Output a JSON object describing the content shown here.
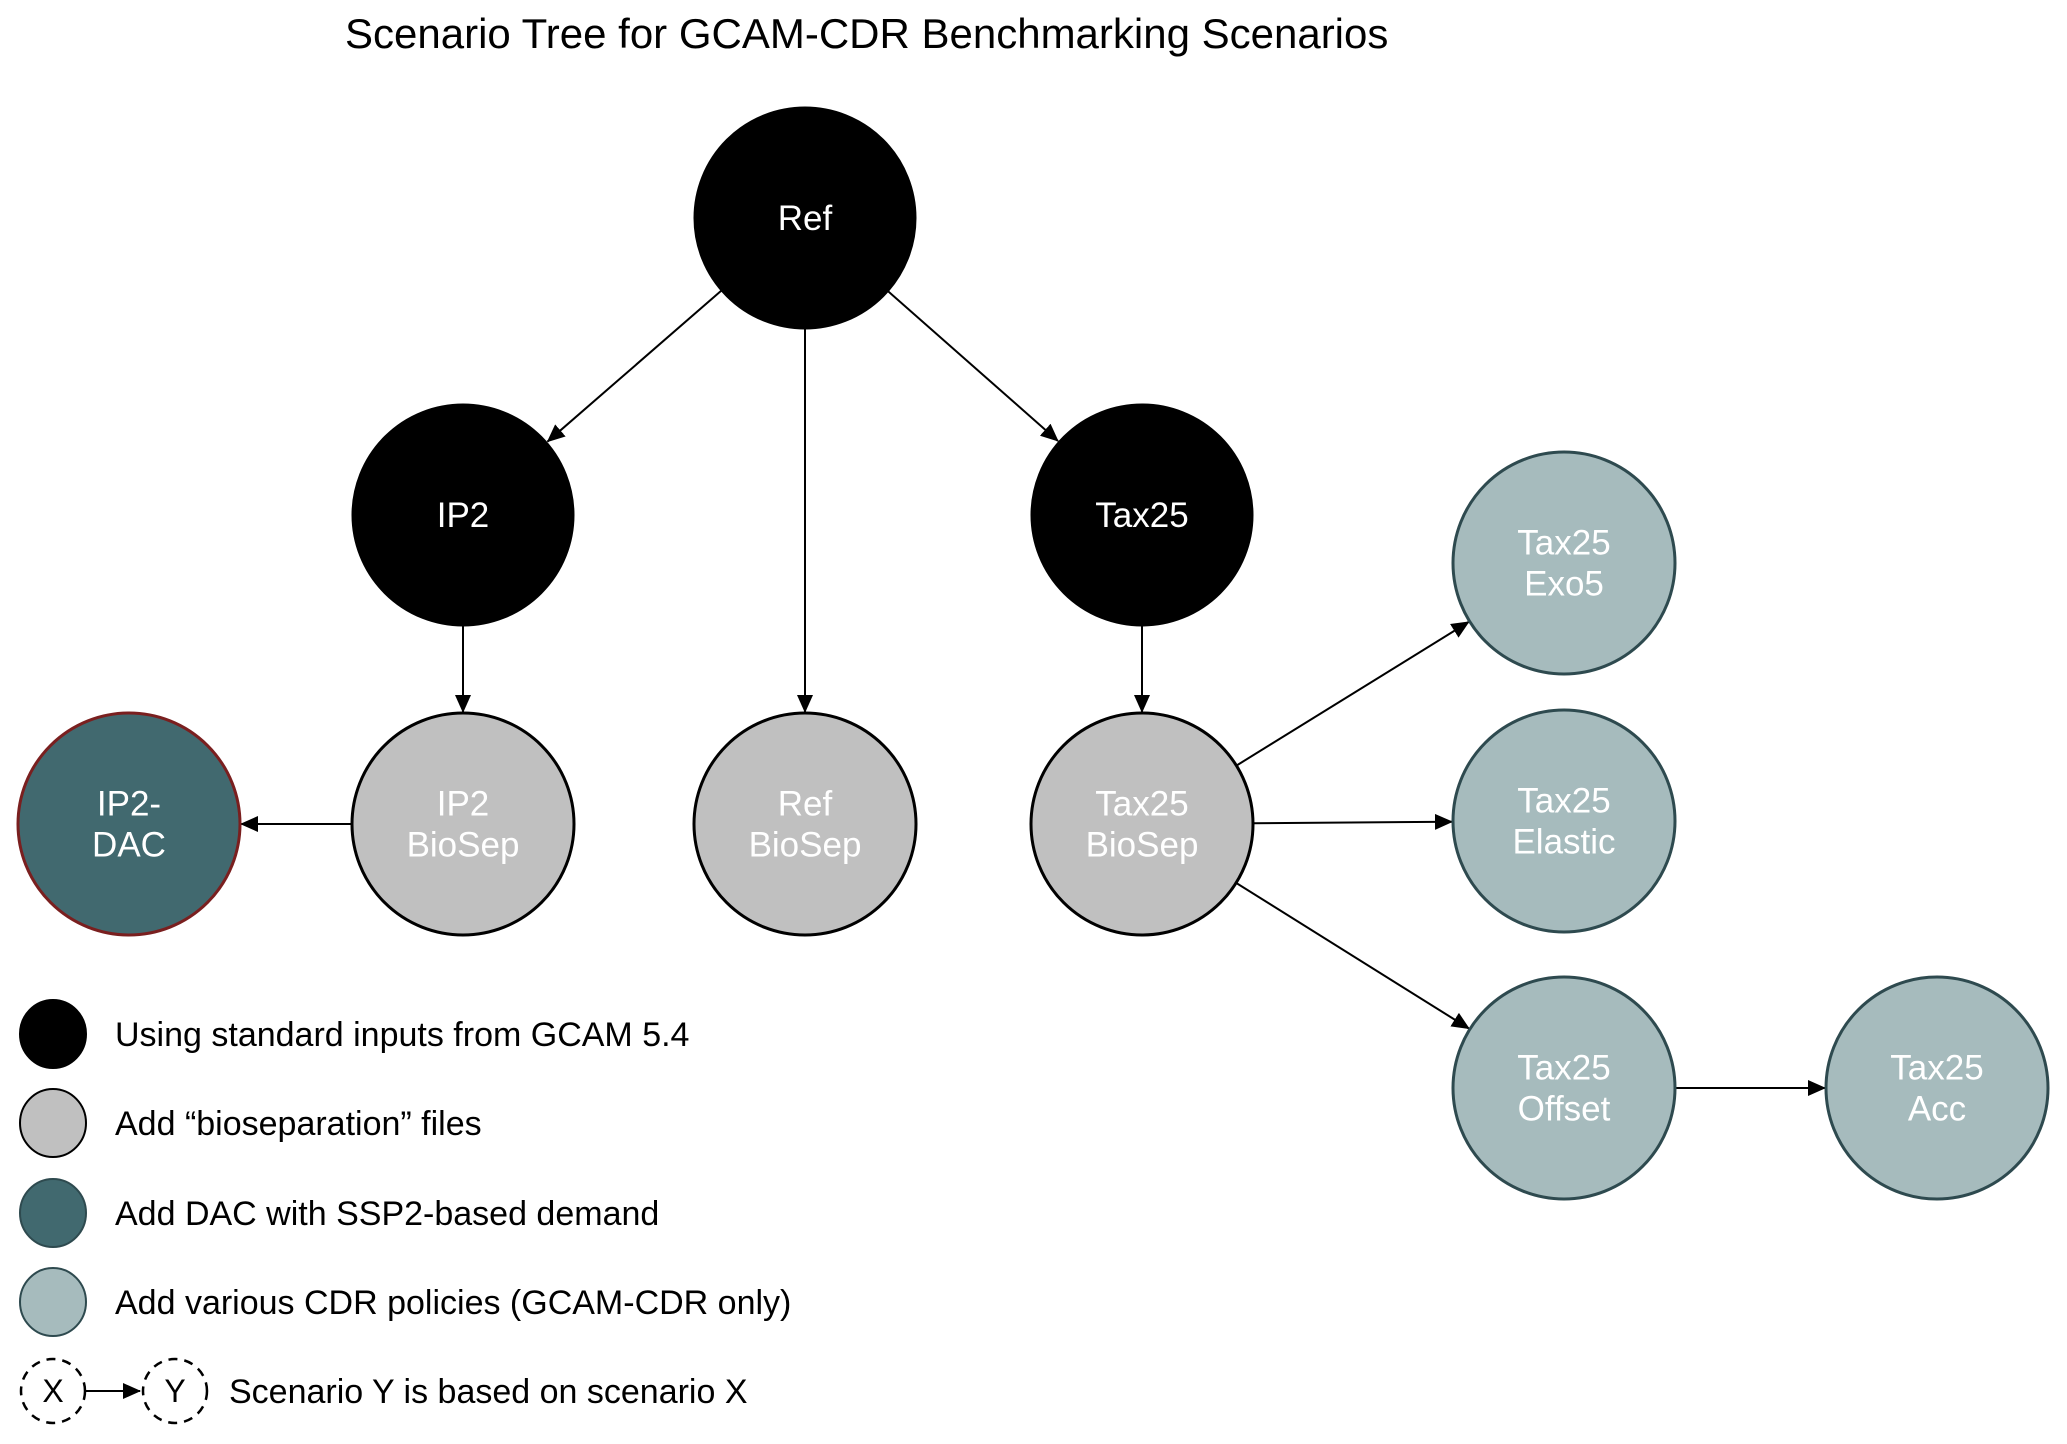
{
  "title": "Scenario Tree for GCAM-CDR Benchmarking Scenarios",
  "colors": {
    "standard": "#000000",
    "bioseparation": "#C0C0C0",
    "dac": "#41696F",
    "cdr_policy": "#A6BBBD",
    "dac_outline": "#7A1F1F",
    "cdr_outline": "#2E4A4F"
  },
  "nodes": [
    {
      "id": "ref",
      "lines": [
        "Ref"
      ],
      "category": "standard"
    },
    {
      "id": "ip2",
      "lines": [
        "IP2"
      ],
      "category": "standard"
    },
    {
      "id": "tax25",
      "lines": [
        "Tax25"
      ],
      "category": "standard"
    },
    {
      "id": "ip2-dac",
      "lines": [
        "IP2-",
        "DAC"
      ],
      "category": "dac"
    },
    {
      "id": "ip2-biosep",
      "lines": [
        "IP2",
        "BioSep"
      ],
      "category": "bioseparation"
    },
    {
      "id": "ref-biosep",
      "lines": [
        "Ref",
        "BioSep"
      ],
      "category": "bioseparation"
    },
    {
      "id": "tax25-biosep",
      "lines": [
        "Tax25",
        "BioSep"
      ],
      "category": "bioseparation"
    },
    {
      "id": "tax25-exo5",
      "lines": [
        "Tax25",
        "Exo5"
      ],
      "category": "cdr_policy"
    },
    {
      "id": "tax25-elastic",
      "lines": [
        "Tax25",
        "Elastic"
      ],
      "category": "cdr_policy"
    },
    {
      "id": "tax25-offset",
      "lines": [
        "Tax25",
        "Offset"
      ],
      "category": "cdr_policy"
    },
    {
      "id": "tax25-acc",
      "lines": [
        "Tax25",
        "Acc"
      ],
      "category": "cdr_policy"
    }
  ],
  "edges": [
    {
      "from": "ref",
      "to": "ip2"
    },
    {
      "from": "ref",
      "to": "ref-biosep"
    },
    {
      "from": "ref",
      "to": "tax25"
    },
    {
      "from": "ip2",
      "to": "ip2-biosep"
    },
    {
      "from": "ip2-biosep",
      "to": "ip2-dac"
    },
    {
      "from": "tax25",
      "to": "tax25-biosep"
    },
    {
      "from": "tax25-biosep",
      "to": "tax25-exo5"
    },
    {
      "from": "tax25-biosep",
      "to": "tax25-elastic"
    },
    {
      "from": "tax25-biosep",
      "to": "tax25-offset"
    },
    {
      "from": "tax25-offset",
      "to": "tax25-acc"
    }
  ],
  "legend": {
    "items": [
      {
        "category": "standard",
        "label": "Using standard inputs from GCAM 5.4"
      },
      {
        "category": "bioseparation",
        "label": "Add “bioseparation” files"
      },
      {
        "category": "dac",
        "label": "Add DAC with SSP2-based demand"
      },
      {
        "category": "cdr_policy",
        "label": "Add various CDR policies (GCAM-CDR only)"
      }
    ],
    "relation": {
      "x_label": "X",
      "y_label": "Y",
      "label": "Scenario Y is based on scenario X"
    }
  }
}
